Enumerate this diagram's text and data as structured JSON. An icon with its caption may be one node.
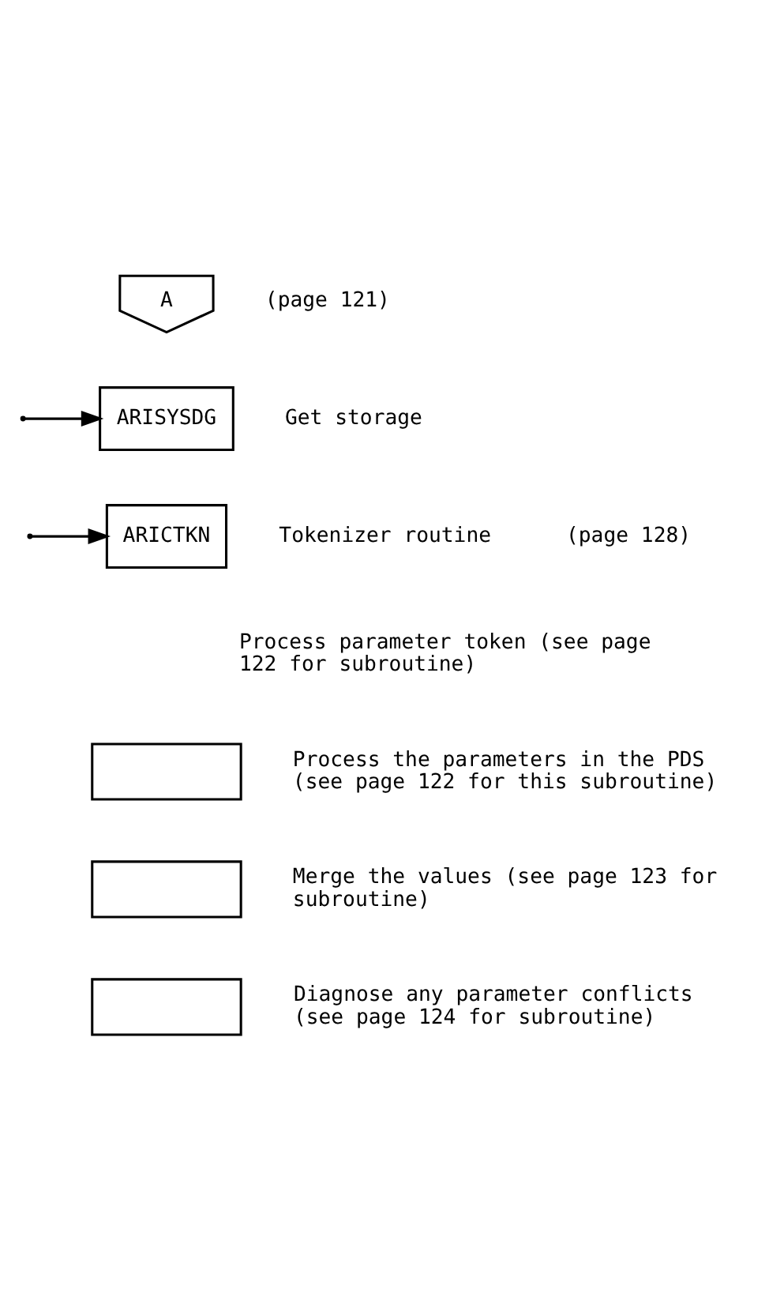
{
  "diagram": {
    "nodes": [
      {
        "text": [
          "A"
        ],
        "beside": [
          "(page 121)"
        ]
      },
      {
        "text": [
          "ARISYSDG"
        ],
        "beside": [
          "Get storage"
        ]
      },
      {
        "text": [
          "ARICTKN"
        ],
        "beside": [
          "Tokenizer routine",
          "(page 128)"
        ]
      },
      {
        "text": [],
        "shape": "box",
        "beside": [
          "Process the parameters in the PDS (see page 122 for this subroutine)"
        ]
      },
      {
        "text": [],
        "shape": "box",
        "beside": [
          "Merge the values (see page 123 for subroutine)"
        ]
      },
      {
        "text": [],
        "shape": "box",
        "beside": [
          "Diagnose any parameter conflicts (see page 124 for subroutine)"
        ]
      }
    ],
    "edges": [
      {
        "from": null,
        "to": 1,
        "arrow": "to"
      },
      {
        "from": null,
        "to": 2,
        "arrow": "to"
      }
    ],
    "labels": [
      "Process parameter token (see page 122 for subroutine)"
    ]
  }
}
